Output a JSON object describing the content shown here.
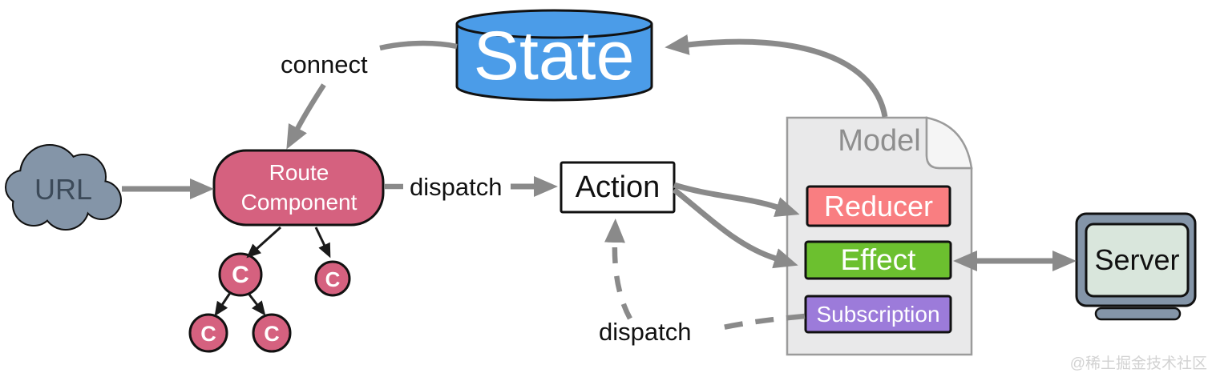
{
  "nodes": {
    "url": "URL",
    "state": "State",
    "route_component": "Route Component",
    "component_letter": "C",
    "action": "Action",
    "model": "Model",
    "reducer": "Reducer",
    "effect": "Effect",
    "subscription": "Subscription",
    "server": "Server"
  },
  "edges": {
    "connect": "connect",
    "dispatch": "dispatch",
    "dispatch_subscription": "dispatch"
  },
  "colors": {
    "state_fill": "#4B9CE8",
    "route_fill": "#D5617F",
    "component_fill": "#D5617F",
    "reducer_fill": "#F97E81",
    "effect_fill": "#6CC02F",
    "subscription_fill": "#9C7BDA",
    "cloud_fill": "#8495A8",
    "server_body_fill": "#8495A8",
    "server_screen_fill": "#D9E6DC",
    "model_fill": "#E9E9EA",
    "model_border": "#9B9B9B",
    "arrow_gray": "#8A8A8A",
    "tree_arrow_black": "#1A1A1A"
  },
  "watermark": "@稀土掘金技术社区"
}
